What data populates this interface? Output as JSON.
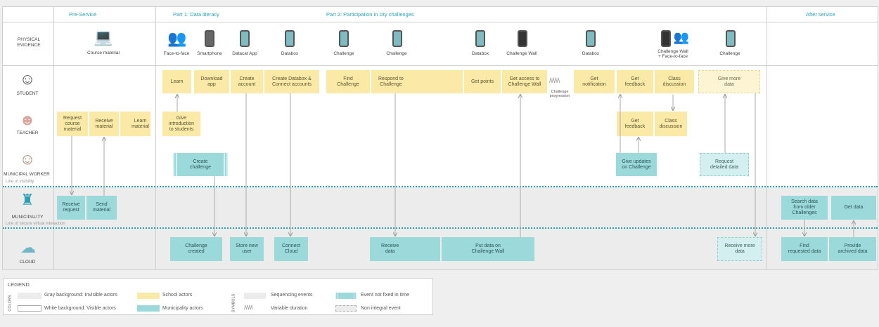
{
  "phases": [
    "Pre-Service",
    "Part 1: Data literacy",
    "Part 2: Participation in city challenges",
    "After service"
  ],
  "actors": {
    "physical_evidence": "PHYSICAL\nEVIDENCE",
    "student": "STUDENT",
    "teacher": "TEACHER",
    "municipal_worker": "MUNICIPAL WORKER",
    "municipality": "MUNICIPALITY",
    "cloud": "CLOUD"
  },
  "lines": {
    "visibility": "Line of visibility",
    "secure_interaction": "Line of secure virtual interaction"
  },
  "physical_evidence": [
    "Course material",
    "Face-to-face",
    "Smartphone",
    "Datacat App",
    "Databox",
    "Challenge",
    "Challenge",
    "Databox",
    "Challenge Wall",
    "Databox",
    "Challenge Wall\n+ Face-to-face",
    "Challenge"
  ],
  "boxes": {
    "s_learn": "Learn",
    "s_download": "Download\napp",
    "s_create_account": "Create\naccount",
    "s_create_databox": "Create Databox &\nConnect accounts",
    "s_find": "Find\nChallenge",
    "s_respond": "Respond to\nChallenge",
    "s_points": "Get points",
    "s_access": "Get access to\nChallenge Wall",
    "s_notification": "Get\nnotification",
    "s_feedback": "Get\nfeedback",
    "s_class": "Class\ndiscussion",
    "s_more": "Give more\ndata",
    "progression": "Challenge\nprogression",
    "t_request": "Request\ncourse\nmaterial",
    "t_receive": "Receive\nmaterial",
    "t_learn": "Learn\nmaterial",
    "t_give": "Give\nintroduction\nto students",
    "t_feedback": "Get\nfeedback",
    "t_class": "Class\ndiscussion",
    "w_create": "Create\nchallenge",
    "w_updates": "Give updates\non Challenge",
    "w_request": "Request\ndetailed data",
    "m_receive": "Receive\nrequest",
    "m_send": "Send\nmaterial",
    "m_search": "Search data\nfrom older\nChallenges",
    "m_get": "Get data",
    "c_created": "Challenge\ncreated",
    "c_store": "Store new\nuser",
    "c_connect": "Connect\nCloud",
    "c_receive": "Receive\ndata",
    "c_put": "Put data on\nChallenge Wall",
    "c_more": "Receive more\ndata",
    "c_find": "Find\nrequested data",
    "c_provide": "Provide\narchived data"
  },
  "legend": {
    "title": "LEGEND",
    "colors": "COLORS",
    "symbols": "SYMBOLS",
    "gray": "Gray background: Invisible actors",
    "white": "White background: Visible actors",
    "school": "School actors",
    "municipality": "Municipality actors",
    "seq": "Sequencing events",
    "var": "Variable duration",
    "notfixed": "Event not fixed in time",
    "nonint": "Non integral event"
  },
  "colors": {
    "school": "#fbeaa7",
    "municipality": "#9bd9da",
    "accent": "#2ba0b5"
  }
}
